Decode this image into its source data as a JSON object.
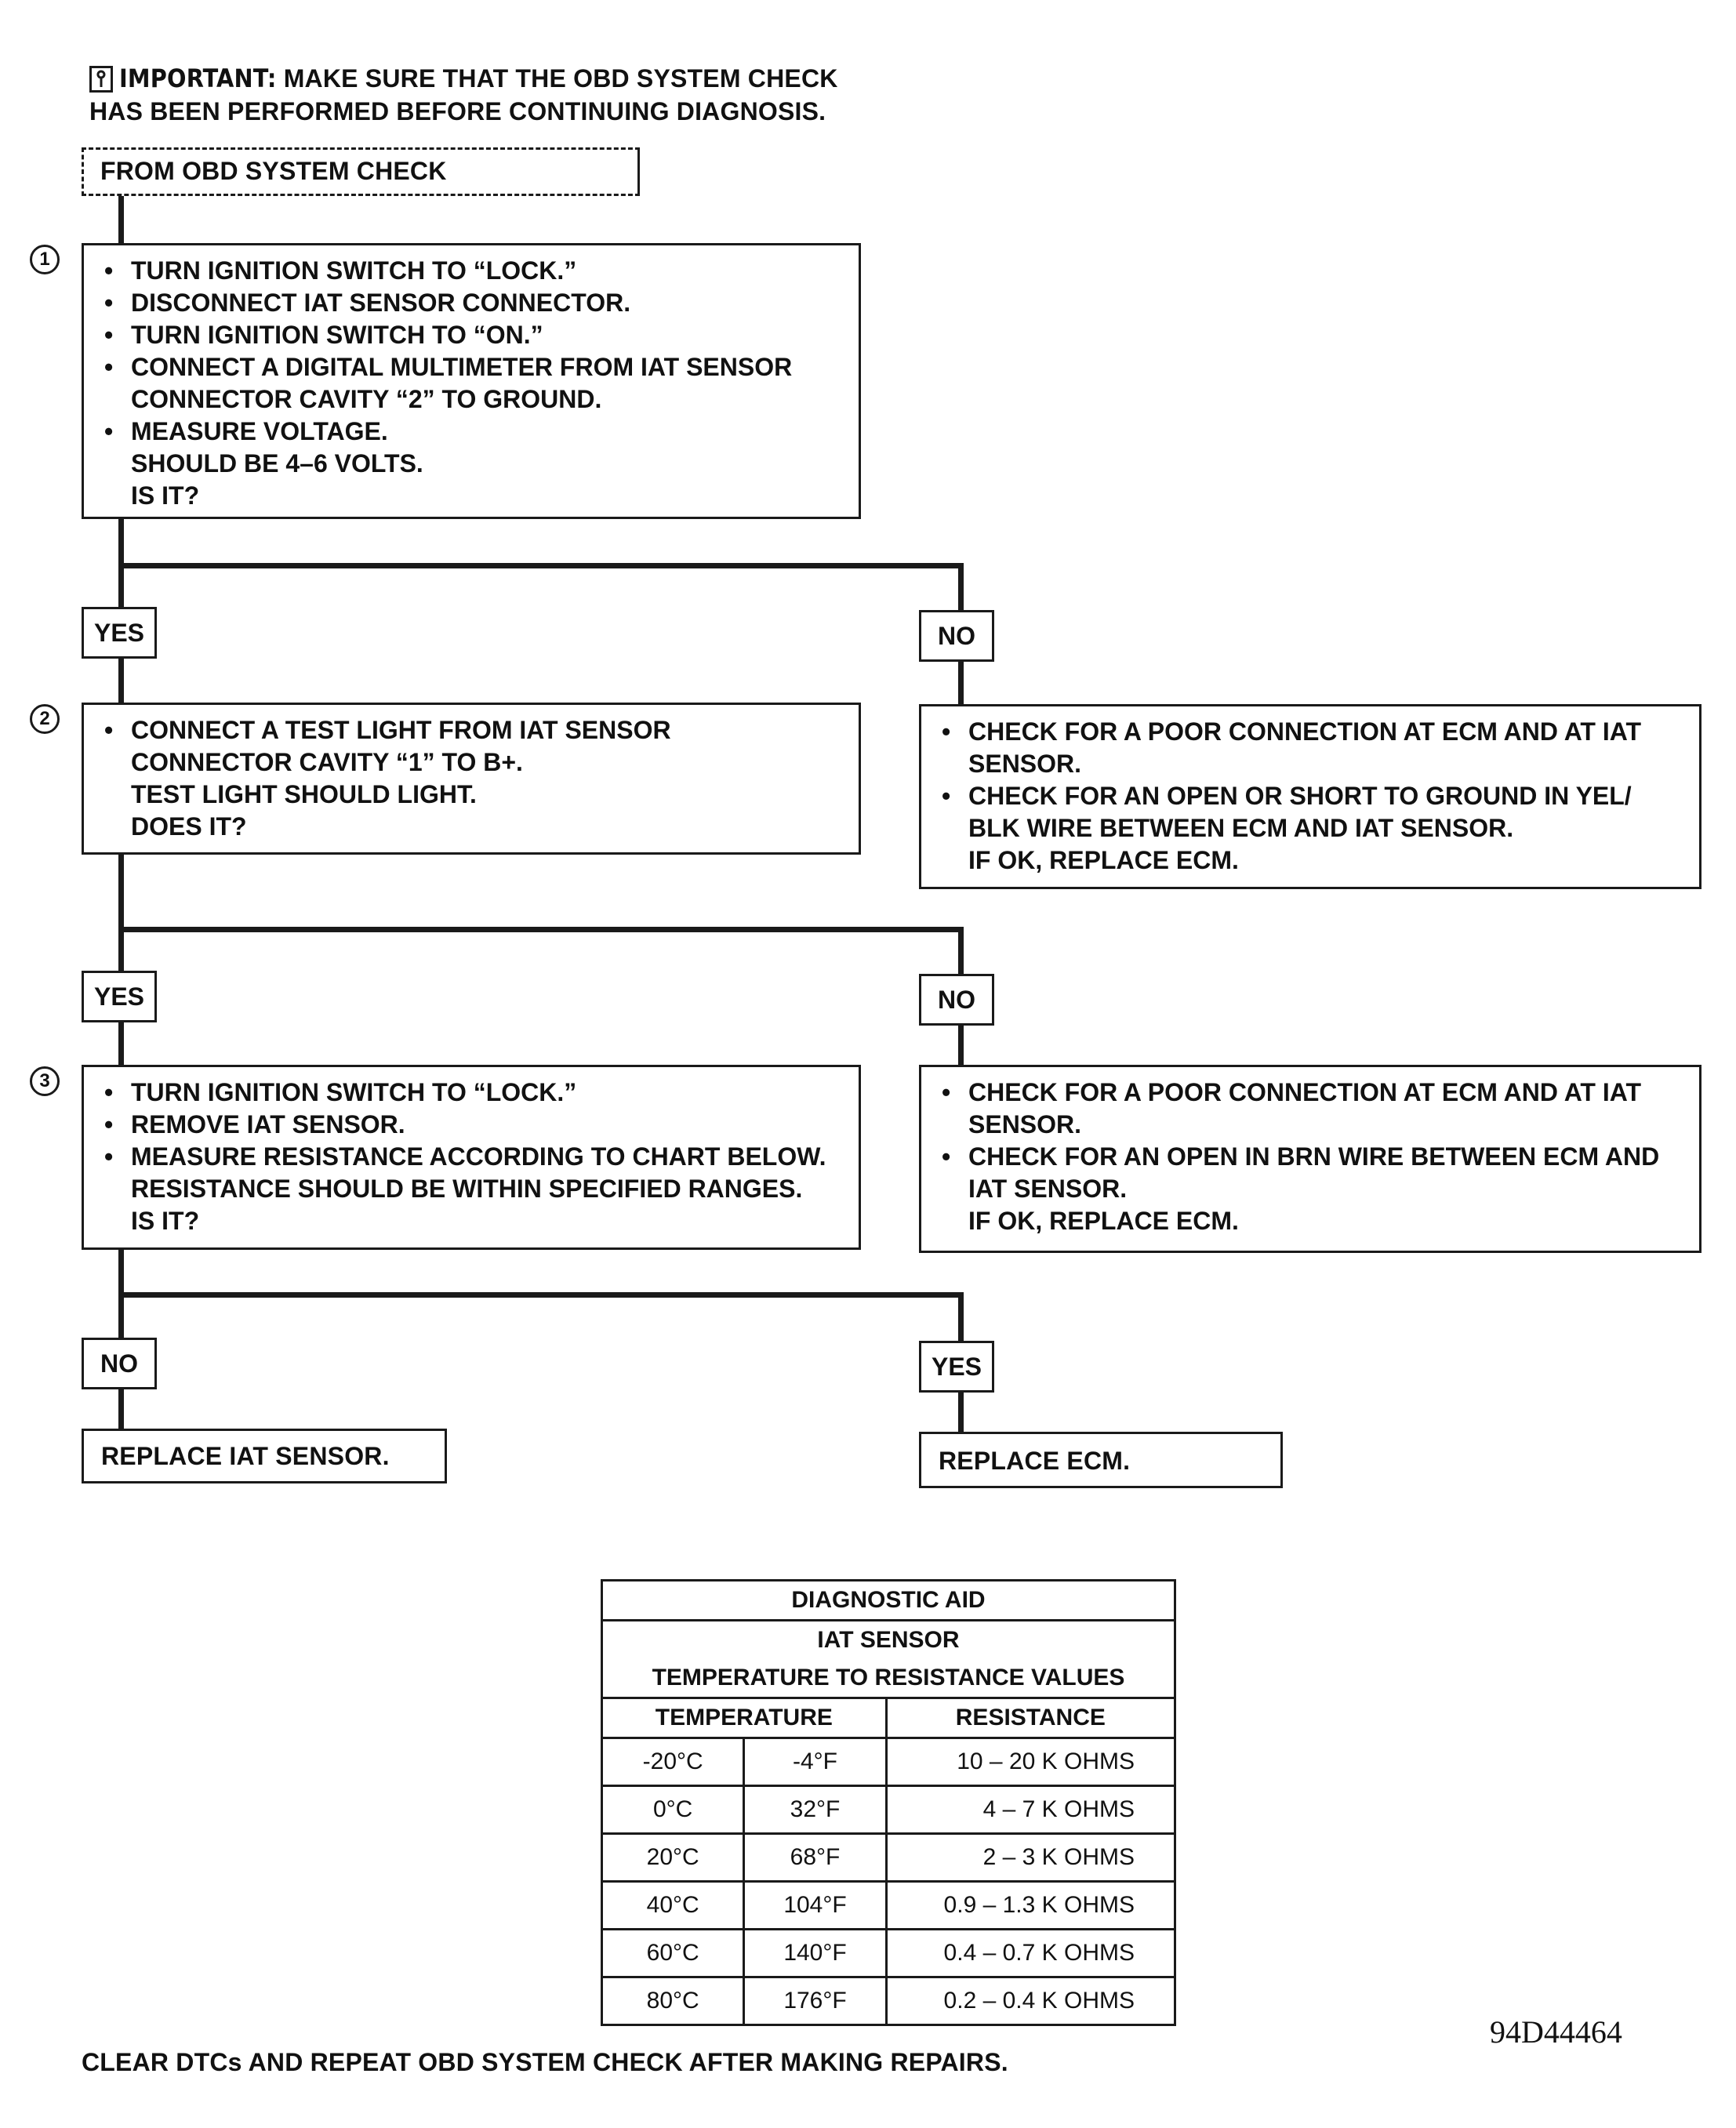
{
  "important": {
    "prefix": "IMPORTANT:",
    "line1": "MAKE SURE THAT THE OBD SYSTEM CHECK",
    "line2": "HAS BEEN PERFORMED BEFORE CONTINUING DIAGNOSIS."
  },
  "start_box": "FROM OBD SYSTEM CHECK",
  "steps": [
    {
      "number": "1",
      "lines": [
        {
          "bullet": true,
          "text": "TURN IGNITION SWITCH TO “LOCK.”"
        },
        {
          "bullet": true,
          "text": "DISCONNECT IAT SENSOR CONNECTOR."
        },
        {
          "bullet": true,
          "text": "TURN IGNITION SWITCH TO “ON.”"
        },
        {
          "bullet": true,
          "text": "CONNECT A DIGITAL MULTIMETER FROM IAT SENSOR"
        },
        {
          "bullet": false,
          "text": "CONNECTOR CAVITY “2” TO GROUND."
        },
        {
          "bullet": true,
          "text": "MEASURE VOLTAGE."
        },
        {
          "bullet": false,
          "text": "SHOULD BE 4–6 VOLTS."
        },
        {
          "bullet": false,
          "text": "IS IT?"
        }
      ],
      "left_label": "YES",
      "right_label": "NO"
    },
    {
      "number": "2",
      "lines": [
        {
          "bullet": true,
          "text": "CONNECT A TEST LIGHT FROM IAT SENSOR"
        },
        {
          "bullet": false,
          "text": "CONNECTOR CAVITY “1” TO B+."
        },
        {
          "bullet": false,
          "text": "TEST LIGHT SHOULD LIGHT."
        },
        {
          "bullet": false,
          "text": "DOES IT?"
        }
      ],
      "left_label": "YES",
      "right_label": "NO"
    },
    {
      "number": "3",
      "lines": [
        {
          "bullet": true,
          "text": "TURN IGNITION SWITCH TO “LOCK.”"
        },
        {
          "bullet": true,
          "text": "REMOVE IAT SENSOR."
        },
        {
          "bullet": true,
          "text": "MEASURE RESISTANCE ACCORDING TO CHART BELOW."
        },
        {
          "bullet": false,
          "text": "RESISTANCE SHOULD BE WITHIN SPECIFIED RANGES."
        },
        {
          "bullet": false,
          "text": "IS IT?"
        }
      ],
      "left_label": "NO",
      "right_label": "YES"
    }
  ],
  "right_boxes": [
    {
      "lines": [
        {
          "bullet": true,
          "text": "CHECK FOR A POOR CONNECTION AT ECM AND AT IAT"
        },
        {
          "bullet": false,
          "text": "SENSOR."
        },
        {
          "bullet": true,
          "text": "CHECK FOR AN OPEN OR SHORT TO GROUND IN YEL/"
        },
        {
          "bullet": false,
          "text": "BLK WIRE BETWEEN ECM AND IAT SENSOR."
        },
        {
          "bullet": false,
          "text": "IF OK, REPLACE ECM."
        }
      ]
    },
    {
      "lines": [
        {
          "bullet": true,
          "text": "CHECK FOR A POOR CONNECTION AT ECM AND AT IAT"
        },
        {
          "bullet": false,
          "text": "SENSOR."
        },
        {
          "bullet": true,
          "text": "CHECK FOR AN OPEN IN BRN WIRE BETWEEN ECM AND"
        },
        {
          "bullet": false,
          "text": "IAT SENSOR."
        },
        {
          "bullet": false,
          "text": "IF OK, REPLACE ECM."
        }
      ]
    }
  ],
  "end_boxes": {
    "left": "REPLACE IAT SENSOR.",
    "right": "REPLACE ECM."
  },
  "table": {
    "title1": "DIAGNOSTIC AID",
    "title2": "IAT SENSOR",
    "title3": "TEMPERATURE TO RESISTANCE VALUES",
    "col_temp": "TEMPERATURE",
    "col_res": "RESISTANCE",
    "rows": [
      {
        "c": "-20°C",
        "f": "-4°F",
        "r": "10 – 20 K OHMS"
      },
      {
        "c": "0°C",
        "f": "32°F",
        "r": "4 – 7 K OHMS"
      },
      {
        "c": "20°C",
        "f": "68°F",
        "r": "2 – 3 K OHMS"
      },
      {
        "c": "40°C",
        "f": "104°F",
        "r": "0.9 – 1.3 K OHMS"
      },
      {
        "c": "60°C",
        "f": "140°F",
        "r": "0.4 – 0.7 K OHMS"
      },
      {
        "c": "80°C",
        "f": "176°F",
        "r": "0.2 – 0.4 K OHMS"
      }
    ]
  },
  "footer": "CLEAR DTCs AND REPEAT OBD SYSTEM CHECK AFTER MAKING REPAIRS.",
  "figure_code": "94D44464"
}
